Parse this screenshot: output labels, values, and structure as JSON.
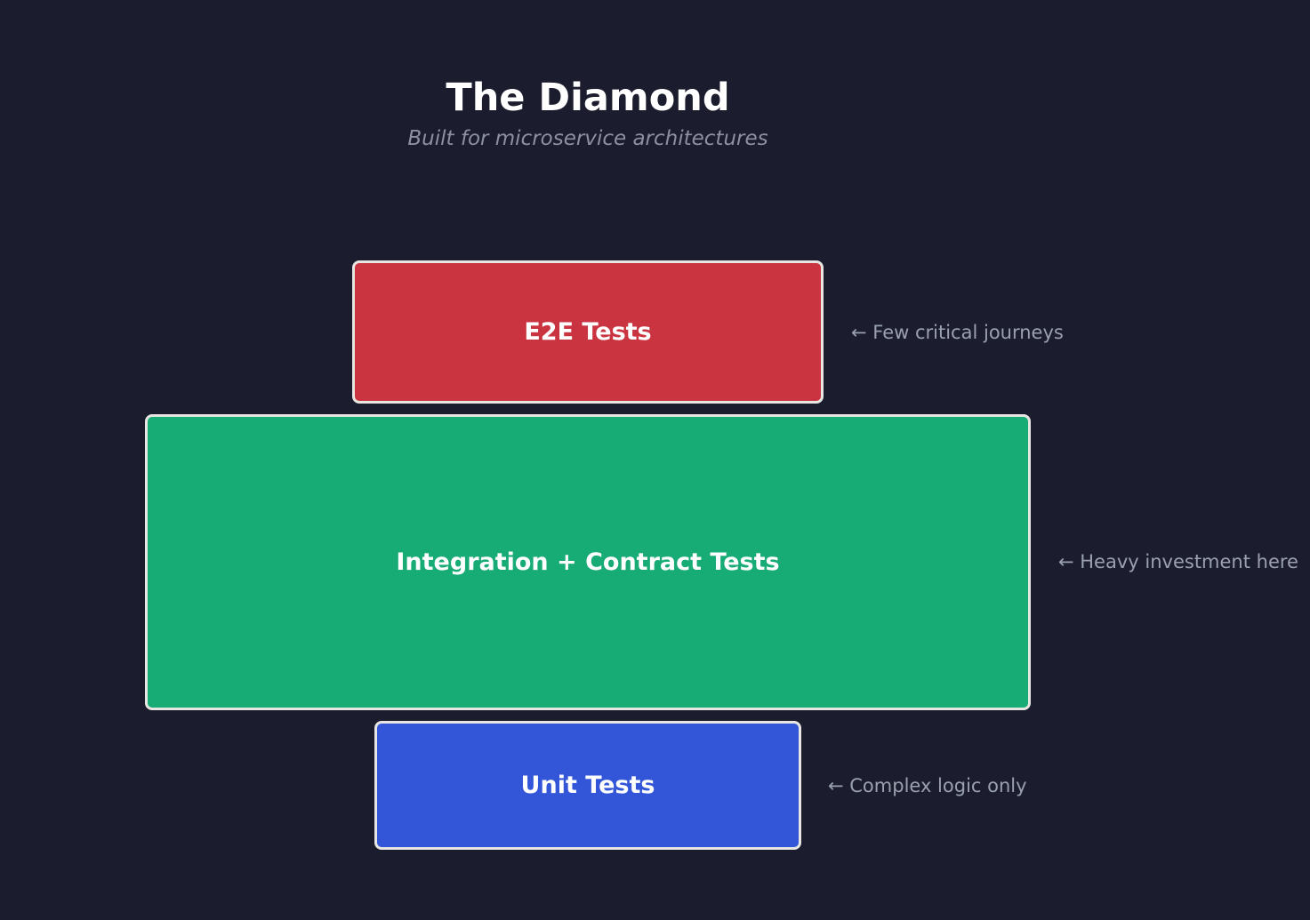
{
  "header": {
    "title": "The Diamond",
    "subtitle": "Built for microservice architectures"
  },
  "diagram": {
    "layers": [
      {
        "id": "e2e",
        "label": "E2E Tests",
        "annotation": "← Few critical journeys",
        "color": "#c93440"
      },
      {
        "id": "integration",
        "label": "Integration + Contract Tests",
        "annotation": "← Heavy investment here",
        "color": "#17ab76"
      },
      {
        "id": "unit",
        "label": "Unit Tests",
        "annotation": "← Complex logic only",
        "color": "#3356d9"
      }
    ]
  },
  "colors": {
    "background": "#1b1d2e",
    "box_border": "#e8e6e3",
    "label_text": "#ffffff",
    "annotation_text": "#9aa0ae",
    "subtitle_text": "#8d90a0",
    "title_text": "#ffffff"
  }
}
